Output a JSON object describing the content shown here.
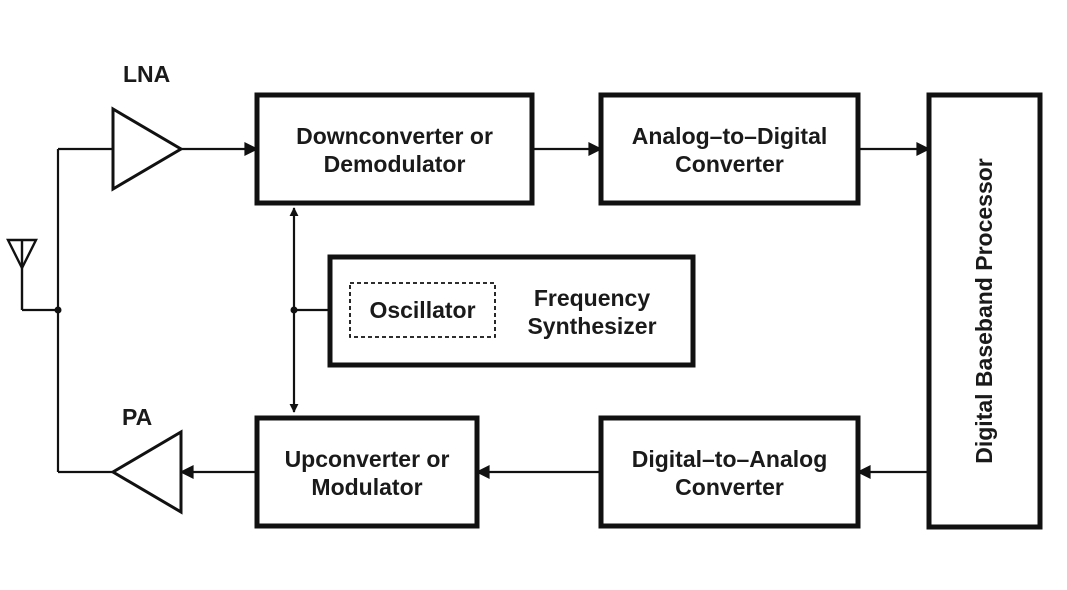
{
  "labels": {
    "lna": "LNA",
    "pa": "PA",
    "downconverter_line1": "Downconverter or",
    "downconverter_line2": "Demodulator",
    "adc_line1": "Analog–to–Digital",
    "adc_line2": "Converter",
    "baseband": "Digital Baseband Processor",
    "oscillator": "Oscillator",
    "synth_line1": "Frequency",
    "synth_line2": "Synthesizer",
    "upconverter_line1": "Upconverter or",
    "upconverter_line2": "Modulator",
    "dac_line1": "Digital–to–Analog",
    "dac_line2": "Converter"
  },
  "colors": {
    "stroke": "#111111",
    "text": "#1a1a1a",
    "background": "#ffffff"
  }
}
